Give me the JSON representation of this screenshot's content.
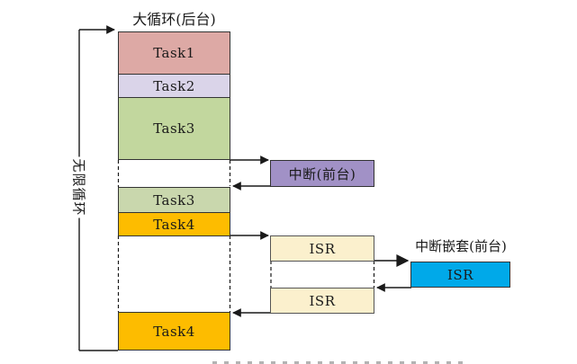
{
  "main_column": {
    "title": "大循环(后台)",
    "loop_label": "无限循环",
    "segments": [
      {
        "label": "Task1"
      },
      {
        "label": "Task2"
      },
      {
        "label": "Task3"
      },
      {
        "label": "Task3"
      },
      {
        "label": "Task4"
      },
      {
        "label": "Task4"
      }
    ]
  },
  "foreground": {
    "interrupt_box_label": "中断(前台)",
    "isr_top_label": "ISR",
    "isr_bottom_label": "ISR",
    "nested_title": "中断嵌套(前台)",
    "nested_isr_label": "ISR"
  },
  "colors": {
    "task1": "#DDA9A5",
    "task2": "#DAD4E9",
    "task3": "#C2D79E",
    "task3_second": "#C9D7AD",
    "task4": "#FDBC00",
    "interrupt": "#A191C6",
    "isr": "#FBF0CD",
    "nested_isr": "#00A9E9"
  }
}
